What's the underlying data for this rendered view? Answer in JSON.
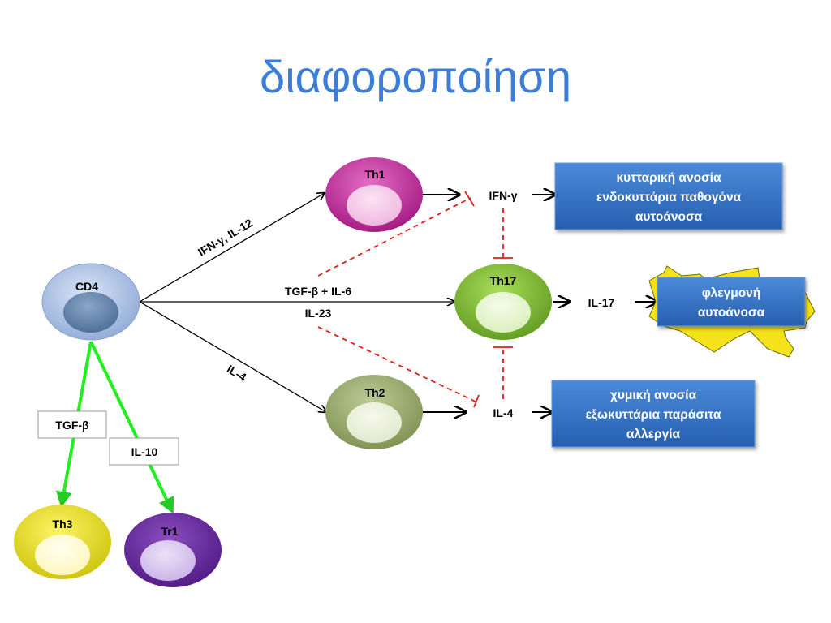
{
  "title": "διαφοροποίηση",
  "cells": {
    "cd4": "CD4",
    "th1": "Th1",
    "th17": "Th17",
    "th2": "Th2",
    "th3": "Th3",
    "tr1": "Tr1"
  },
  "edge_labels": {
    "ifn_il12": "IFN-γ, IL-12",
    "tgf_il6": "TGF-β + IL-6",
    "il23": "IL-23",
    "il4_arrow": "IL-4",
    "tgf_box": "TGF-β",
    "il10_box": "IL-10"
  },
  "products": {
    "ifn": "IFN-γ",
    "il17": "IL-17",
    "il4": "IL-4"
  },
  "outcomes": {
    "th1": [
      "κυτταρική ανοσία",
      "ενδοκυττάρια παθογόνα",
      "αυτοάνοσα"
    ],
    "th17": [
      "φλεγμονή",
      "αυτοάνοσα"
    ],
    "th2": [
      "χυμική ανοσία",
      "εξωκυττάρια παράσιτα",
      "αλλεργία"
    ]
  },
  "colors": {
    "title": "#3b7dd8",
    "inhibition": "#e0201a",
    "tgf_path": "#22ee22",
    "outcome_box": "#2f6bbd",
    "starburst": "#f5e21a"
  }
}
